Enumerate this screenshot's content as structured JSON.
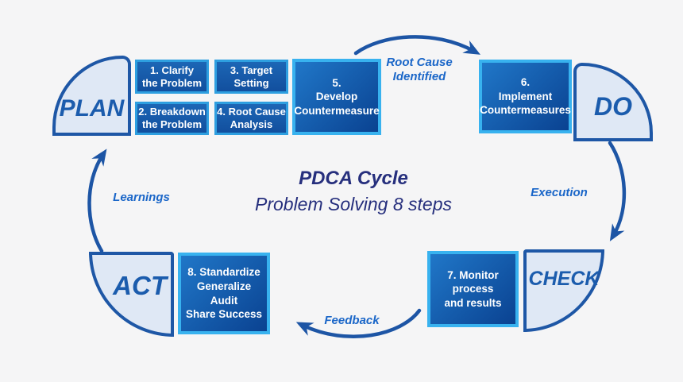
{
  "diagram": {
    "title": "PDCA Cycle",
    "subtitle": "Problem Solving 8 steps"
  },
  "quadrants": {
    "plan": "PLAN",
    "do": "DO",
    "check": "CHECK",
    "act": "ACT"
  },
  "steps": {
    "s1": "1. Clarify\nthe Problem",
    "s2": "2. Breakdown\nthe Problem",
    "s3": "3. Target\nSetting",
    "s4": "4. Root Cause\nAnalysis",
    "s5": "5.\nDevelop\nCountermeasure",
    "s6": "6.\nImplement\nCountermeasures",
    "s7": "7. Monitor\nprocess\nand results",
    "s8": "8. Standardize\nGeneralize\nAudit\nShare Success"
  },
  "arrow_labels": {
    "top": "Root Cause\nIdentified",
    "right": "Execution",
    "bottom": "Feedback",
    "left": "Learnings"
  },
  "colors": {
    "background": "#f5f5f6",
    "quadrant_fill": "#dfe8f5",
    "quadrant_border": "#1e57a6",
    "quadrant_text": "#1b5cad",
    "step_box_fill_top": "#2077c8",
    "step_box_fill_bottom": "#0a4291",
    "small_box_border": "#2e9fe0",
    "large_box_border": "#38b2ef",
    "step_text": "#ffffff",
    "arrow": "#1d55a5",
    "arrow_label": "#1a66c8",
    "title_text": "#262f7d"
  }
}
